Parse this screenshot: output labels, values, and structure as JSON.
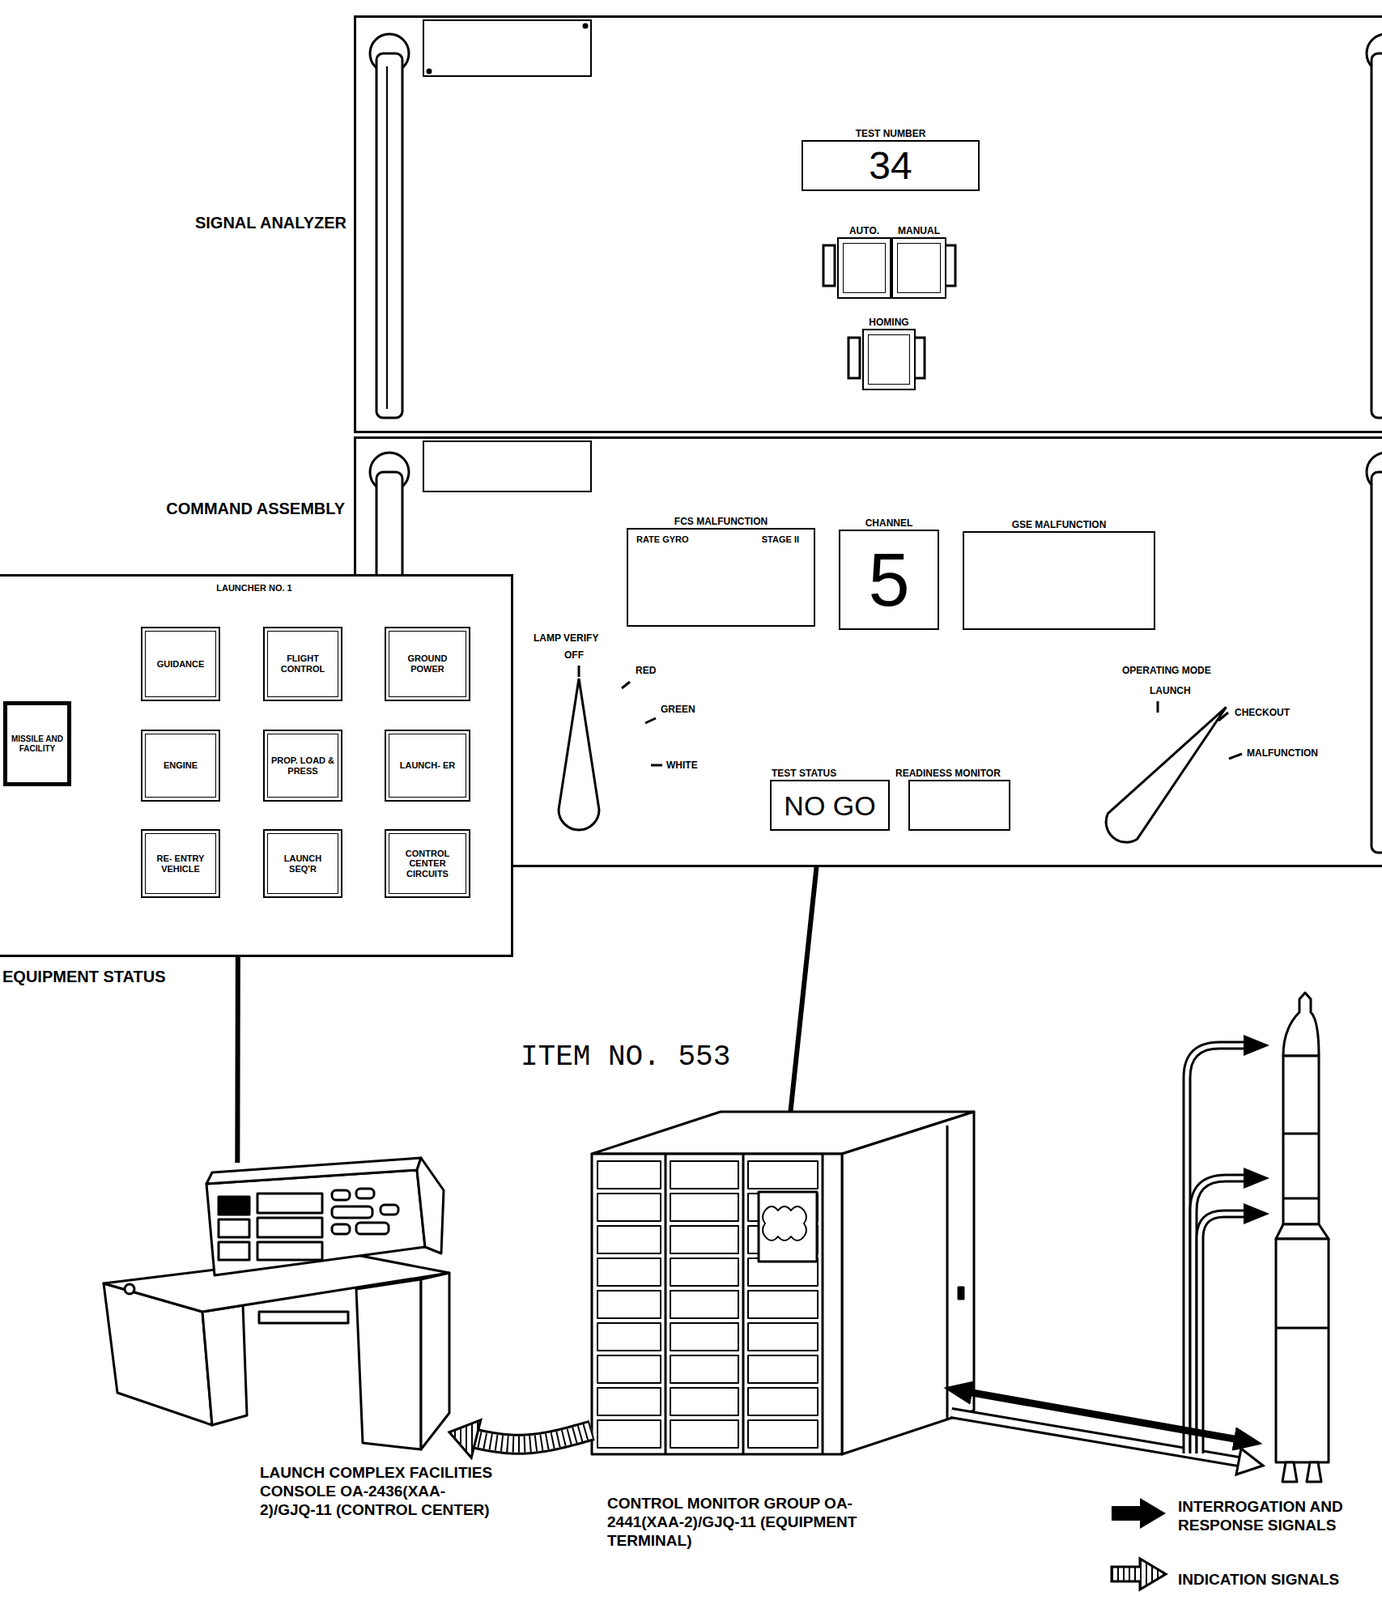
{
  "diagram": {
    "nodes": [
      {
        "text": [
          "SIGNAL ANALYZER"
        ]
      },
      {
        "text": [
          "TEST NUMBER",
          "34"
        ],
        "in": 0
      },
      {
        "text": [
          "AUTO."
        ],
        "in": 0
      },
      {
        "text": [
          "MANUAL"
        ],
        "in": 0
      },
      {
        "text": [
          "HOMING"
        ],
        "in": 0
      },
      {
        "text": [
          "COMMAND ASSEMBLY"
        ]
      },
      {
        "text": [
          "FCS MALFUNCTION",
          "RATE GYRO",
          "STAGE II"
        ],
        "in": 5
      },
      {
        "text": [
          "CHANNEL",
          "5"
        ],
        "in": 5
      },
      {
        "text": [
          "GSE MALFUNCTION"
        ],
        "in": 5
      },
      {
        "text": [
          "TEST STATUS",
          "NO GO"
        ],
        "in": 5
      },
      {
        "text": [
          "READINESS MONITOR"
        ],
        "in": 5
      },
      {
        "text": [
          "LAUNCHER NO. 1",
          "EQUIPMENT STATUS"
        ]
      },
      {
        "text": [
          "MISSILE AND FACILITY"
        ],
        "in": 11
      },
      {
        "text": [
          "GUIDANCE"
        ],
        "in": 11
      },
      {
        "text": [
          "FLIGHT CONTROL"
        ],
        "in": 11
      },
      {
        "text": [
          "GROUND POWER"
        ],
        "in": 11
      },
      {
        "text": [
          "ENGINE"
        ],
        "in": 11
      },
      {
        "text": [
          "PROP. LOAD & PRESS"
        ],
        "in": 11
      },
      {
        "text": [
          "LAUNCH- ER"
        ],
        "in": 11
      },
      {
        "text": [
          "RE- ENTRY VEHICLE"
        ],
        "in": 11
      },
      {
        "text": [
          "LAUNCH SEQ'R"
        ],
        "in": 11
      },
      {
        "text": [
          "CONTROL CENTER CIRCUITS"
        ],
        "in": 11
      },
      {
        "text": [
          "LAUNCH COMPLEX FACILITIES CONSOLE OA-2436(XAA-2)/GJQ-11 (CONTROL CENTER)"
        ]
      },
      {
        "text": [
          "CONTROL MONITOR GROUP OA-2441(XAA-2)/GJQ-11 (EQUIPMENT TERMINAL)"
        ]
      }
    ],
    "edges": [
      {
        "from": 11,
        "to": 22,
        "arrow": "none"
      },
      {
        "from": 5,
        "to": 23,
        "arrow": "none"
      },
      {
        "from": 23,
        "to": 22,
        "arrow": "to"
      }
    ],
    "labels": [
      "LAMP VERIFY",
      "OFF",
      "RED",
      "GREEN",
      "WHITE",
      "OPERATING MODE",
      "LAUNCH",
      "CHECKOUT",
      "MALFUNCTION",
      "ITEM NO. 553"
    ],
    "legend": [
      {
        "text": "INTERROGATION AND RESPONSE SIGNALS"
      },
      {
        "text": "INDICATION SIGNALS"
      }
    ]
  }
}
